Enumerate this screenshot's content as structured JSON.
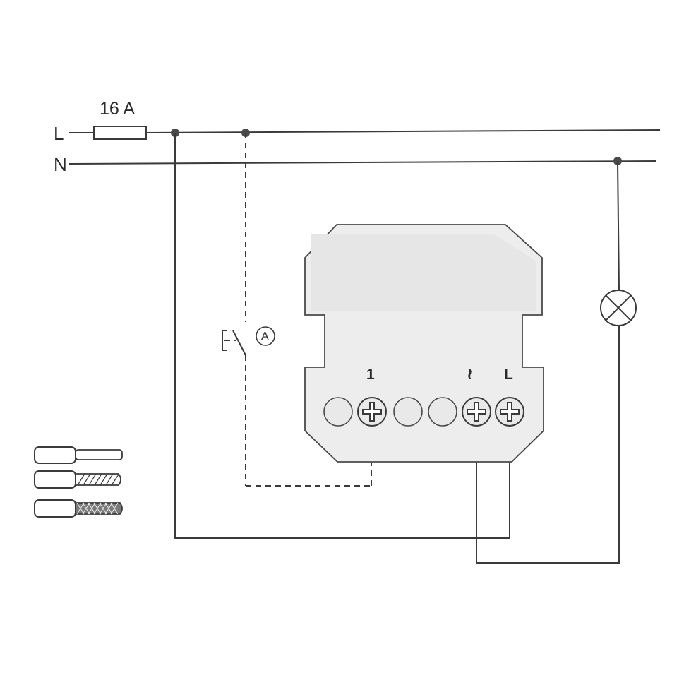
{
  "lines": {
    "phase_label": "L",
    "neutral_label": "N"
  },
  "fuse": {
    "rating": "16 A"
  },
  "pushbutton": {
    "marker": "A"
  },
  "device": {
    "terminals": {
      "output_label": "1",
      "dimmer_symbol": "≀",
      "phase_label": "L"
    }
  },
  "icons": {
    "lamp": "lamp-icon",
    "switch": "pushbutton-icon",
    "terminal": "screw-terminal-icon",
    "wires": [
      "solid-wire-icon",
      "stranded-wire-icon",
      "fine-stranded-wire-icon"
    ]
  }
}
